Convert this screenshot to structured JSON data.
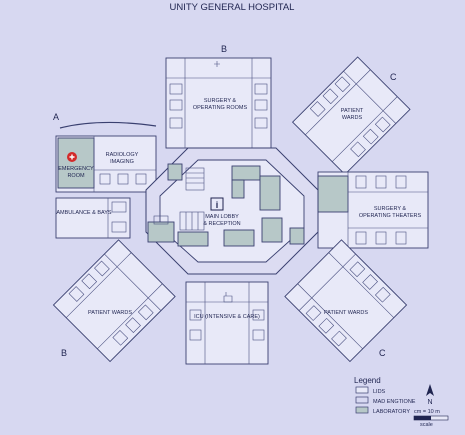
{
  "map": {
    "title": "UNITY GENERAL HOSPITAL",
    "wing_letters": [
      "A",
      "B",
      "C",
      "C",
      "B",
      "C"
    ],
    "rooms": {
      "emergency": "EMERGENCY ROOM",
      "radiology": "RADIOLOGY IMAGING",
      "ambulance": "AMBULANCE & BAYS",
      "surgery_top": "SURGERY & OPERATING ROOMS",
      "surgery_right": "SURGERY & OPERATING THEATERS",
      "patient_wards_ne": "PATIENT WARDS",
      "patient_wards_sw": "PATIENT WARDS",
      "patient_wards_se": "PATIENT WARDS",
      "main_lobby": "MAIN LOBBY & RECEPTION",
      "icu": "ICU (INTENSIVE & CARE)"
    },
    "info_symbol": "i",
    "legend": {
      "title": "Legend",
      "items": [
        "LIDS",
        "MAD ENGTIONE",
        "LABORATORY"
      ]
    },
    "scale": {
      "label": "cm = 10 m",
      "caption": "scale"
    },
    "north": "N",
    "colors": {
      "background": "#d7d8f1",
      "lab": "#b7c8c8",
      "emergency": "#d32a2a"
    }
  }
}
